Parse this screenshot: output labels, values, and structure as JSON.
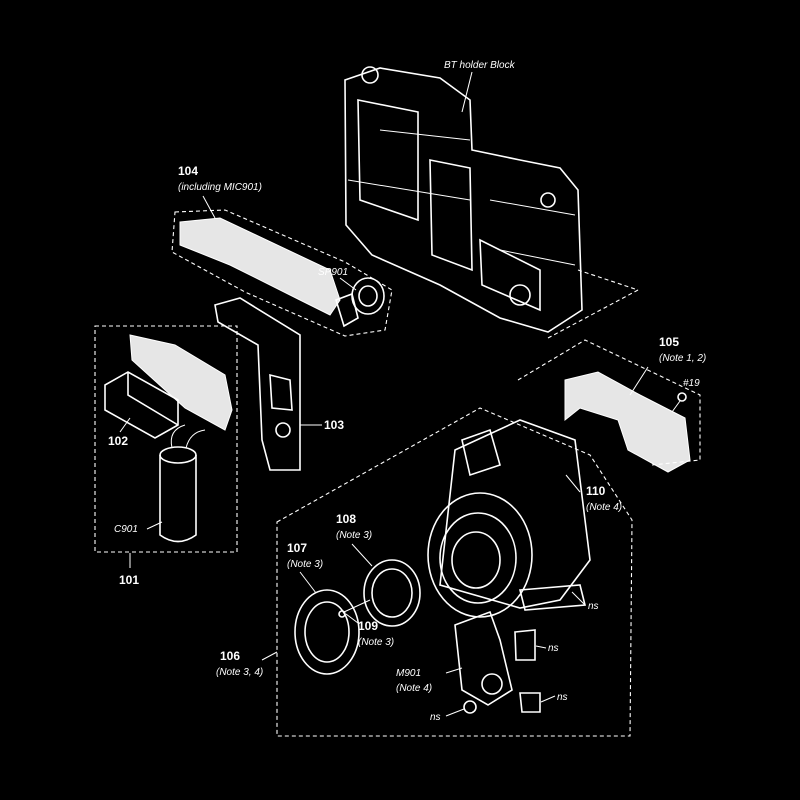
{
  "colors": {
    "background": "#000000",
    "line": "#ffffff"
  },
  "labels": {
    "bt_holder": "BT holder Block",
    "p104": "104",
    "p104_note": "(including MIC901)",
    "sp901": "SP901",
    "p105": "105",
    "p105_note": "(Note 1, 2)",
    "screw19": "#19",
    "p102": "102",
    "p103": "103",
    "c901": "C901",
    "p101": "101",
    "p108": "108",
    "p108_note": "(Note 3)",
    "p107": "107",
    "p107_note": "(Note 3)",
    "p110": "110",
    "p110_note": "(Note 4)",
    "ns1": "ns",
    "p109": "109",
    "p109_note": "(Note 3)",
    "p106": "106",
    "p106_note": "(Note 3, 4)",
    "ns2": "ns",
    "m901": "M901",
    "m901_note": "(Note 4)",
    "ns3": "ns",
    "ns4": "ns"
  }
}
